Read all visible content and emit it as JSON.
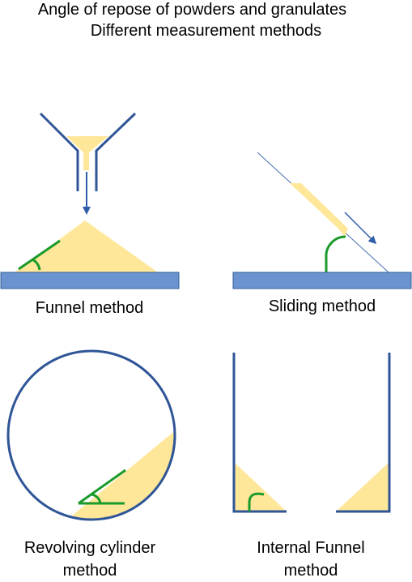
{
  "title": {
    "line1": "Angle of repose of powders and granulates",
    "line2": "Different measurement methods"
  },
  "panels": {
    "funnel": {
      "label": "Funnel method"
    },
    "sliding": {
      "label": "Sliding method"
    },
    "revolving": {
      "label_line1": "Revolving cylinder",
      "label_line2": "method"
    },
    "internal": {
      "label_line1": "Internal Funnel",
      "label_line2": "method"
    }
  },
  "colors": {
    "powder": "#ffe79a",
    "base": "#6b93cf",
    "base_border": "#365f9b",
    "outline": "#2f5597",
    "angle": "#1a9a2a",
    "arrow": "#2f5ea8"
  }
}
